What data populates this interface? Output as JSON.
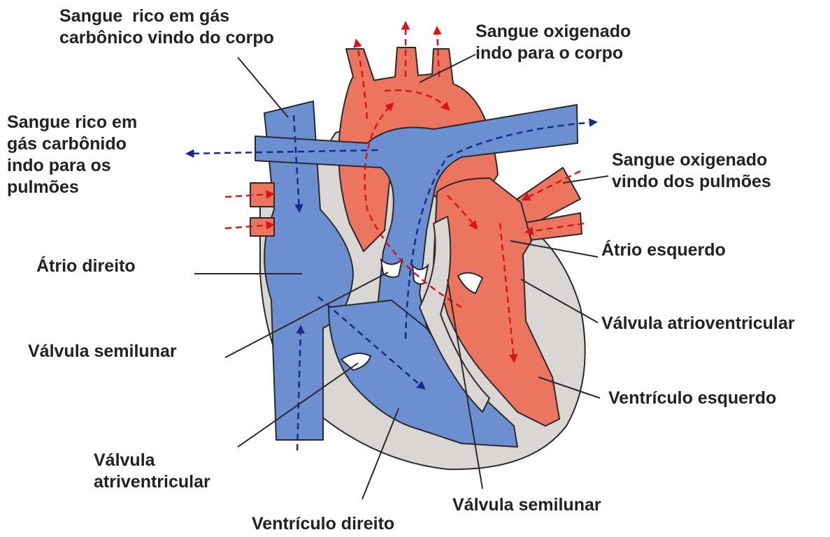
{
  "labels": {
    "co2_from_body": "Sangue  rico em gás\ncarbônico vindo do corpo",
    "o2_to_body": "Sangue oxigenado\nindo para o corpo",
    "co2_to_lungs": "Sangue rico em\ngás carbônido\nindo para os\npulmões",
    "o2_from_lungs": "Sangue oxigenado\nvindo dos pulmões",
    "right_atrium": "Átrio direito",
    "left_atrium": "Átrio esquerdo",
    "left_av_valve": "Válvula atrioventricular",
    "left_semilunar": "Válvula semilunar",
    "left_ventricle": "Ventrículo esquerdo",
    "right_av_valve": "Válvula\natriventricular",
    "right_semilunar": "Válvula semilunar",
    "right_ventricle": "Ventrículo direito"
  },
  "colors": {
    "deoxygenated": "#6b8fd0",
    "oxygenated": "#ec7560",
    "tissue": "#d9d6d3",
    "outline": "#2a2a2a",
    "arrow_blue": "#1a2a8a",
    "arrow_red": "#d8141a"
  }
}
